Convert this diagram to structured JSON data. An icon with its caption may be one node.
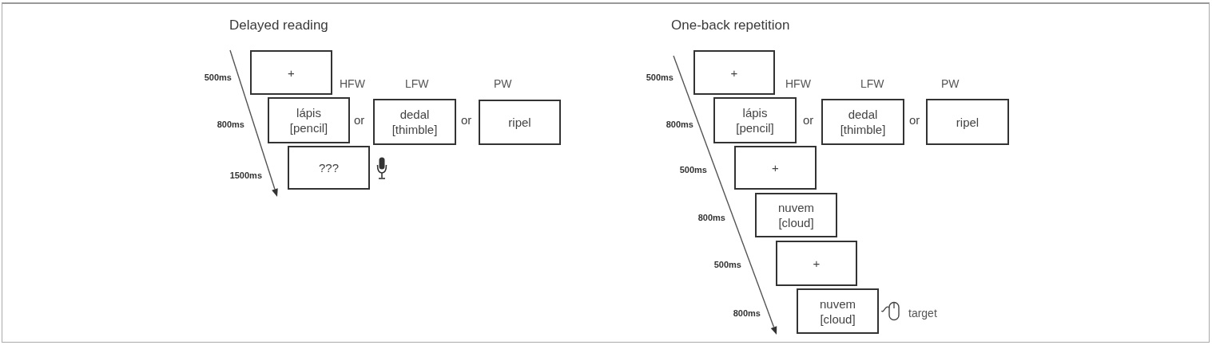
{
  "diagram": {
    "nodes": [
      {
        "text": [
          "+"
        ]
      },
      {
        "text": [
          "lápis",
          "[pencil]"
        ],
        "beside": [
          "HFW"
        ]
      },
      {
        "text": [
          "dedal",
          "[thimble]"
        ],
        "beside": [
          "LFW"
        ]
      },
      {
        "text": [
          "ripel"
        ],
        "beside": [
          "PW"
        ]
      },
      {
        "text": [
          "???"
        ]
      },
      {
        "text": [
          "+"
        ]
      },
      {
        "text": [
          "lápis",
          "[pencil]"
        ],
        "beside": [
          "HFW"
        ]
      },
      {
        "text": [
          "dedal",
          "[thimble]"
        ],
        "beside": [
          "LFW"
        ]
      },
      {
        "text": [
          "ripel"
        ],
        "beside": [
          "PW"
        ]
      },
      {
        "text": [
          "+"
        ]
      },
      {
        "text": [
          "nuvem",
          "[cloud]"
        ]
      },
      {
        "text": [
          "+"
        ]
      },
      {
        "text": [
          "nuvem",
          "[cloud]"
        ],
        "beside": [
          "target"
        ]
      }
    ],
    "labels": [
      "Delayed reading",
      "500ms",
      "800ms",
      "or",
      "or",
      "1500ms",
      "One-back repetition",
      "500ms",
      "800ms",
      "or",
      "or",
      "500ms",
      "800ms",
      "500ms",
      "800ms"
    ]
  }
}
